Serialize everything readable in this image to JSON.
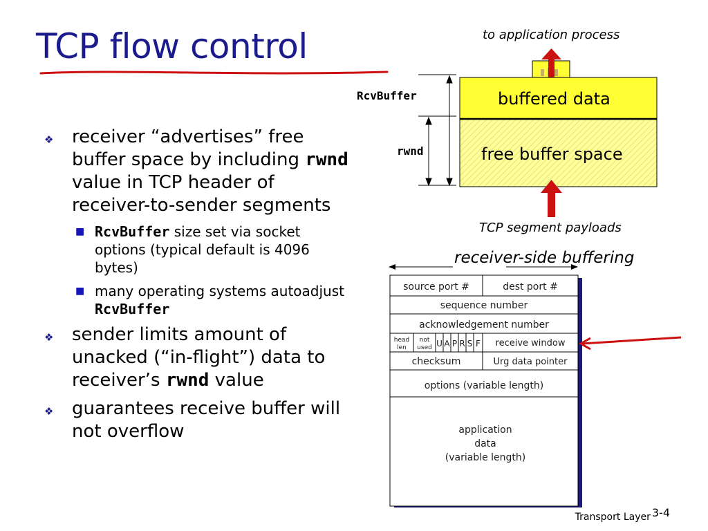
{
  "title": "TCP flow control",
  "bullets": {
    "b1_part1": "receiver “advertises” free buffer space by including ",
    "b1_code": "rwnd",
    "b1_part2": " value in TCP header of receiver-to-sender segments",
    "sub1_code": "RcvBuffer",
    "sub1_text": " size set via socket options (typical default is 4096 bytes)",
    "sub2_text": "many operating systems autoadjust ",
    "sub2_code": "RcvBuffer",
    "b2_part1": "sender limits amount of unacked (“in-flight”) data to receiver’s ",
    "b2_code": "rwnd",
    "b2_part2": " value",
    "b3_text": "guarantees receive buffer will not overflow"
  },
  "buffer_diagram": {
    "to_app": "to application process",
    "buffered": "buffered data",
    "free": "free buffer space",
    "rcvbuffer_label": "RcvBuffer",
    "rwnd_label": "rwnd",
    "payloads": "TCP segment payloads",
    "caption": "receiver-side buffering"
  },
  "tcp_header": {
    "source_port": "source port #",
    "dest_port": "dest port #",
    "seq": "sequence number",
    "ack": "acknowledgement number",
    "head_len": [
      "head",
      "len"
    ],
    "not_used": [
      "not",
      "used"
    ],
    "flags": [
      "U",
      "A",
      "P",
      "R",
      "S",
      "F"
    ],
    "recv_window": "receive window",
    "checksum": "checksum",
    "urg": "Urg data pointer",
    "options": "options (variable length)",
    "app_data": [
      "application",
      "data",
      "(variable length)"
    ]
  },
  "footer": {
    "layer": "Transport Layer",
    "page": "3-4"
  },
  "colors": {
    "title": "#1b1b8c",
    "arrow": "#cc1111",
    "buffer_fill": "#ffff33",
    "free_fill": "#ffff99",
    "header_shadow": "#1a1a7a"
  }
}
